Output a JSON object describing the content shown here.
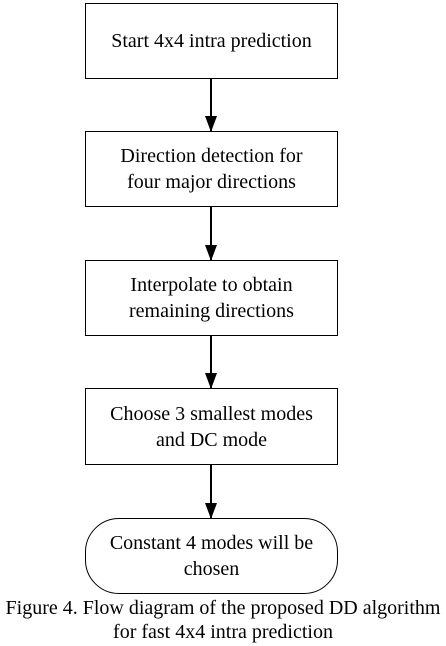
{
  "flowchart": {
    "steps": [
      {
        "text": "Start 4x4 intra prediction"
      },
      {
        "text": "Direction detection for\nfour major directions"
      },
      {
        "text": "Interpolate to obtain\nremaining directions"
      },
      {
        "text": "Choose 3 smallest modes\nand DC mode"
      }
    ],
    "end": {
      "text": "Constant 4 modes will be\nchosen"
    }
  },
  "caption": {
    "line1": "Figure 4. Flow diagram of the proposed DD algorithm",
    "line2": "for fast 4x4 intra prediction"
  }
}
